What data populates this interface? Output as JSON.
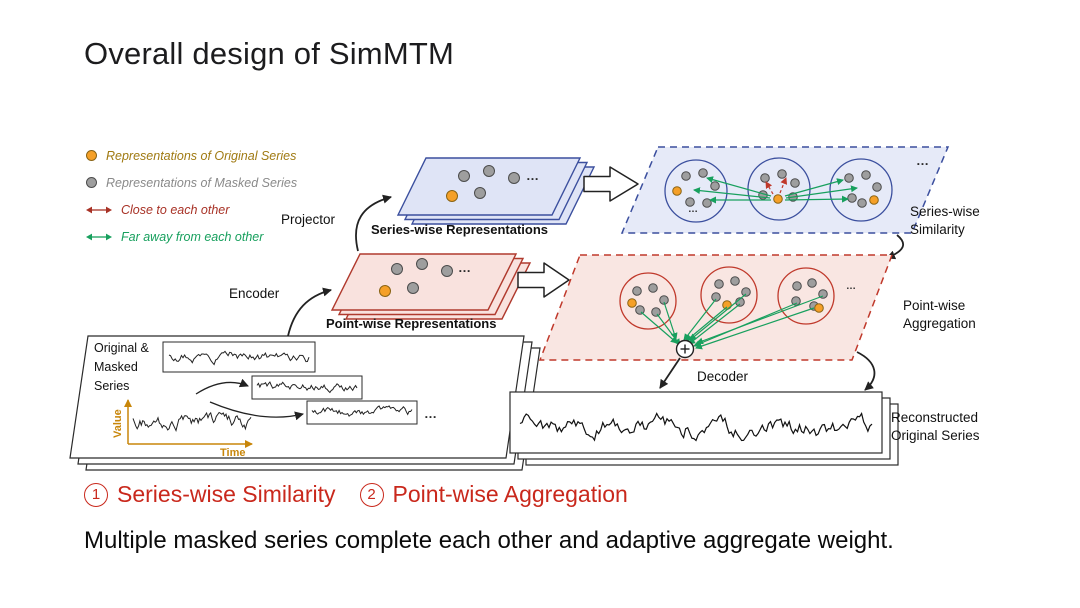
{
  "title": "Overall design of SimMTM",
  "legend": {
    "items": [
      {
        "icon": "original-dot-icon",
        "label": "Representations of Original Series"
      },
      {
        "icon": "masked-dot-icon",
        "label": "Representations of Masked Series"
      },
      {
        "icon": "close-arrow-icon",
        "label": "Close to each other"
      },
      {
        "icon": "far-arrow-icon",
        "label": "Far away from each other"
      }
    ]
  },
  "diagram": {
    "labels": {
      "projector": "Projector",
      "encoder": "Encoder",
      "decoder": "Decoder",
      "series_wise_representations": "Series-wise Representations",
      "point_wise_representations": "Point-wise Representations",
      "original_masked_series": "Original &\nMasked\nSeries",
      "value_axis": "Value",
      "time_axis": "Time",
      "series_wise_similarity": "Series-wise\nSimilarity",
      "point_wise_aggregation": "Point-wise\nAggregation",
      "reconstructed_original_series": "Reconstructed\nOriginal Series",
      "ellipsis": "…"
    },
    "colors": {
      "accent_red": "#c9281c",
      "series_blue": "#3b4f9e",
      "series_red": "#c0392b",
      "positive_green": "#18a05e",
      "original_orange": "#f5a028",
      "masked_gray": "#9e9e9e",
      "axis_orange": "#c8860a"
    }
  },
  "footer": {
    "item1": {
      "num": "1",
      "label": "Series-wise Similarity"
    },
    "item2": {
      "num": "2",
      "label": "Point-wise Aggregation"
    },
    "caption": "Multiple masked series complete each other and adaptive aggregate weight."
  }
}
